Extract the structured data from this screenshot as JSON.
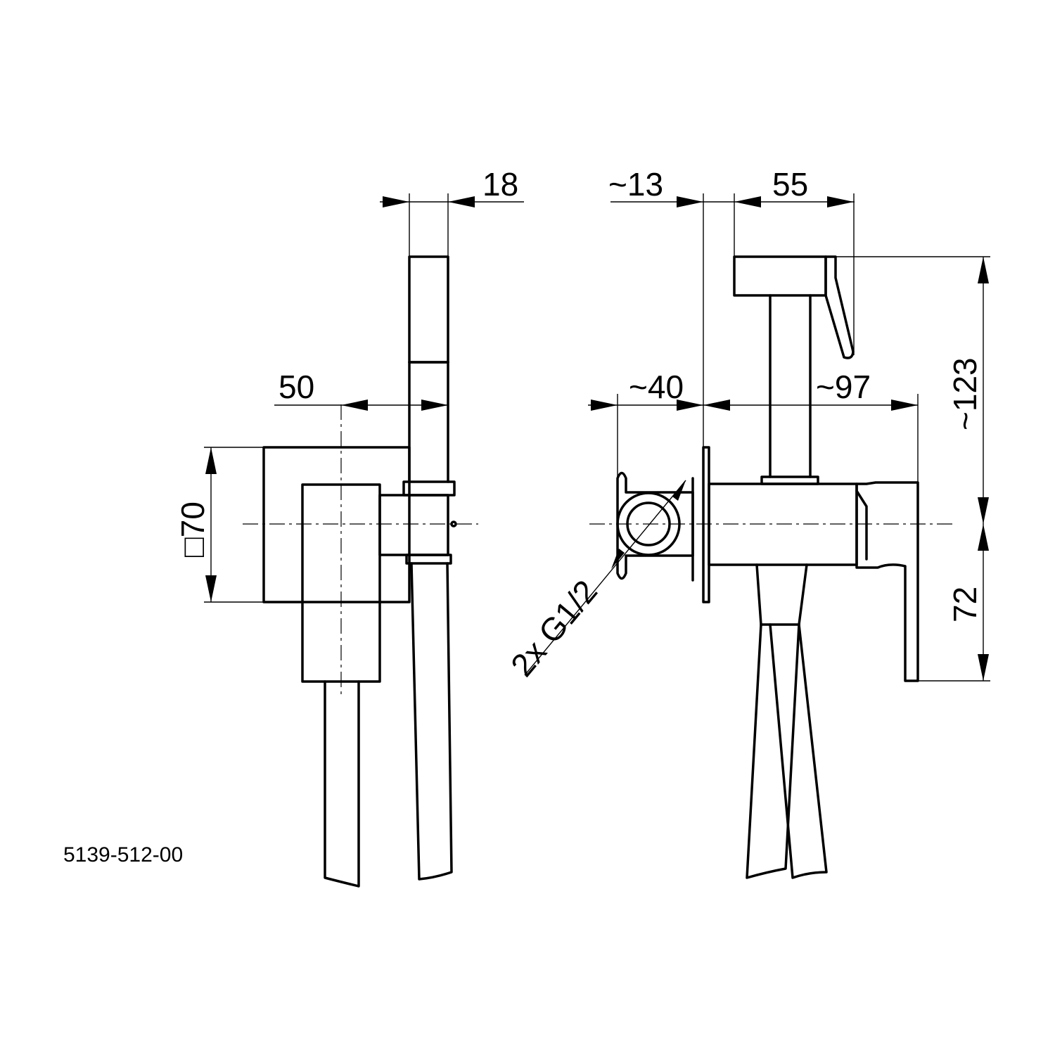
{
  "drawing": {
    "part_number": "5139-512-00",
    "dimensions": {
      "side_width_18": "18",
      "side_depth_50": "50",
      "side_square_70": "□70",
      "front_offset_13": "~13",
      "front_width_55": "55",
      "front_offset_40": "~40",
      "front_projection_97": "~97",
      "front_height_123": "~123",
      "front_height_72": "72",
      "thread_label": "2x G1/2"
    }
  }
}
